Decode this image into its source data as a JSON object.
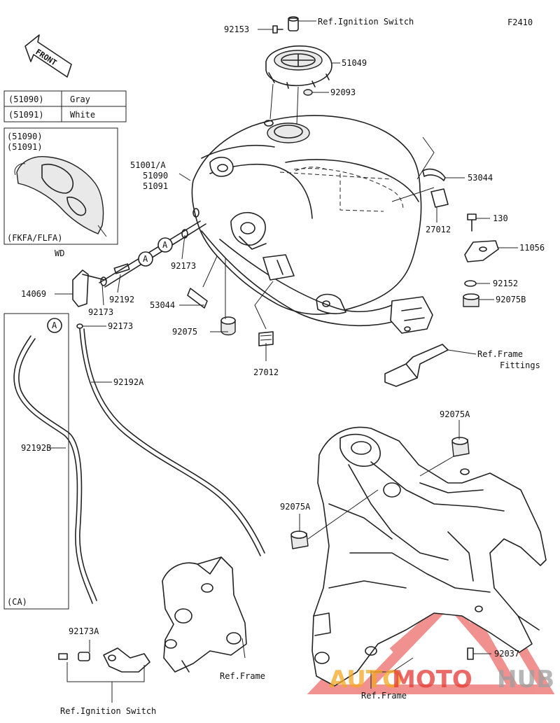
{
  "diagram": {
    "code": "F2410",
    "front_label": "FRONT",
    "color_table": [
      {
        "part": "(51090)",
        "color": "Gray"
      },
      {
        "part": "(51091)",
        "color": "White"
      }
    ],
    "inset": {
      "parts_line1": "(51090)",
      "parts_line2": "(51091)",
      "model": "(FKFA/FLFA)",
      "region": "WD"
    },
    "ca_label": "(CA)",
    "labels": {
      "p92153": "92153",
      "ref_ignition_top": "Ref.Ignition Switch",
      "p51049": "51049",
      "p92093": "92093",
      "p51001": "51001/A",
      "p51090": "51090",
      "p51091": "51091",
      "p53044_r": "53044",
      "p27012_r": "27012",
      "p130": "130",
      "p11056": "11056",
      "p92152": "92152",
      "p92075B": "92075B",
      "ref_frame_fittings_1": "Ref.Frame",
      "ref_frame_fittings_2": "Fittings",
      "p92173_a": "92173",
      "p14069": "14069",
      "p92192": "92192",
      "p92173_b": "92173",
      "p92173_c": "92173",
      "p53044_l": "53044",
      "p92075": "92075",
      "p27012_l": "27012",
      "p92192A": "92192A",
      "p92192B": "92192B",
      "p92075A_top": "92075A",
      "p92075A_left": "92075A",
      "p92173A": "92173A",
      "ref_frame_mid": "Ref.Frame",
      "ref_ignition_bottom": "Ref.Ignition Switch",
      "ref_frame_bottom": "Ref.Frame",
      "p92037": "92037",
      "callout_a": "A"
    },
    "watermark": {
      "part1": "AUTO",
      "part2": "MOTO",
      "part3": "HUB",
      "color_red": "#e53935",
      "color_orange": "#f5a623",
      "color_gray": "#9e9e9e"
    }
  }
}
